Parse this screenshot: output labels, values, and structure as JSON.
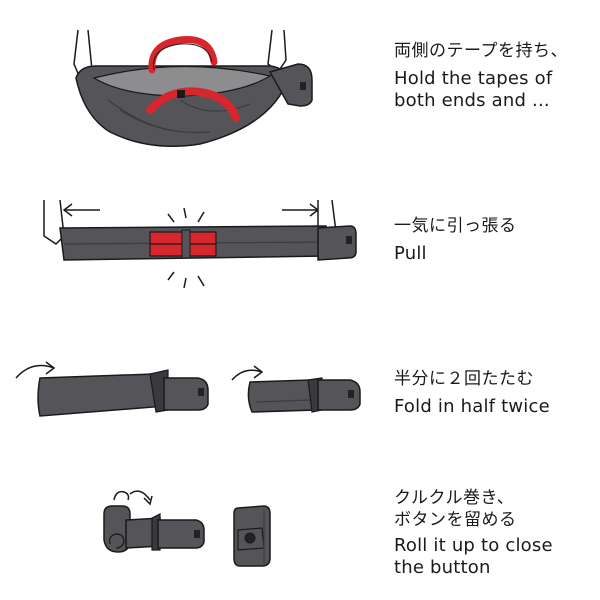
{
  "steps": [
    {
      "jp": [
        "両側のテープを持ち、"
      ],
      "en": [
        "Hold the tapes of",
        "both ends and ..."
      ]
    },
    {
      "jp": [
        "一気に引っ張る"
      ],
      "en": [
        "Pull"
      ]
    },
    {
      "jp": [
        "半分に２回たたむ"
      ],
      "en": [
        "Fold in half twice"
      ]
    },
    {
      "jp": [
        "クルクル巻き、",
        "ボタンを留める"
      ],
      "en": [
        "Roll it up to close",
        "the button"
      ]
    }
  ],
  "colors": {
    "bag": "#555559",
    "bag_light": "#6a6a6e",
    "accent": "#d8262f",
    "ink": "#1a1a1a"
  },
  "icons": [
    "hands-icon",
    "bag-icon",
    "arrow-icon",
    "burst-icon",
    "button-icon"
  ]
}
